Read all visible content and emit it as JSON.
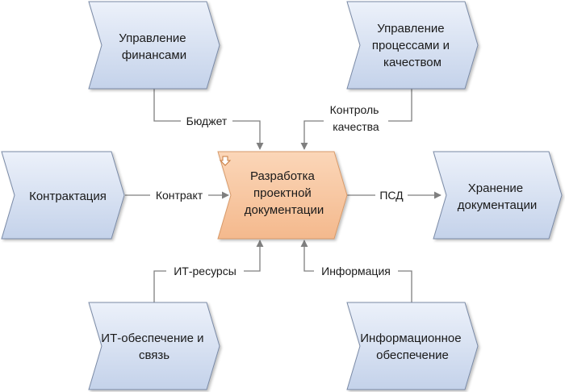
{
  "nodes": {
    "finance": {
      "lines": [
        "Управление",
        "финансами"
      ]
    },
    "quality": {
      "lines": [
        "Управление",
        "процессами и",
        "качеством"
      ]
    },
    "contracting": {
      "lines": [
        "Контрактация"
      ]
    },
    "center": {
      "lines": [
        "Разработка",
        "проектной",
        "документации"
      ]
    },
    "storage": {
      "lines": [
        "Хранение",
        "документации"
      ]
    },
    "it": {
      "lines": [
        "ИТ-обеспечение и",
        "связь"
      ]
    },
    "info": {
      "lines": [
        "Информационное",
        "обеспечение"
      ]
    }
  },
  "edges": {
    "budget": {
      "lines": [
        "Бюджет"
      ]
    },
    "quality_control": {
      "lines": [
        "Контроль",
        "качества"
      ]
    },
    "contract": {
      "lines": [
        "Контракт"
      ]
    },
    "psd": {
      "lines": [
        "ПСД"
      ]
    },
    "it_resources": {
      "lines": [
        "ИТ-ресурсы"
      ]
    },
    "information": {
      "lines": [
        "Информация"
      ]
    }
  },
  "colors": {
    "process_fill_top": "#ecf1fa",
    "process_fill_bottom": "#c4d2ea",
    "process_stroke": "#7a8aa6",
    "center_fill": "#f8c8a2",
    "center_stroke": "#d79a6a",
    "connector": "#7f7f7f"
  },
  "icons": {
    "center_marker": "input-arrow-icon"
  }
}
